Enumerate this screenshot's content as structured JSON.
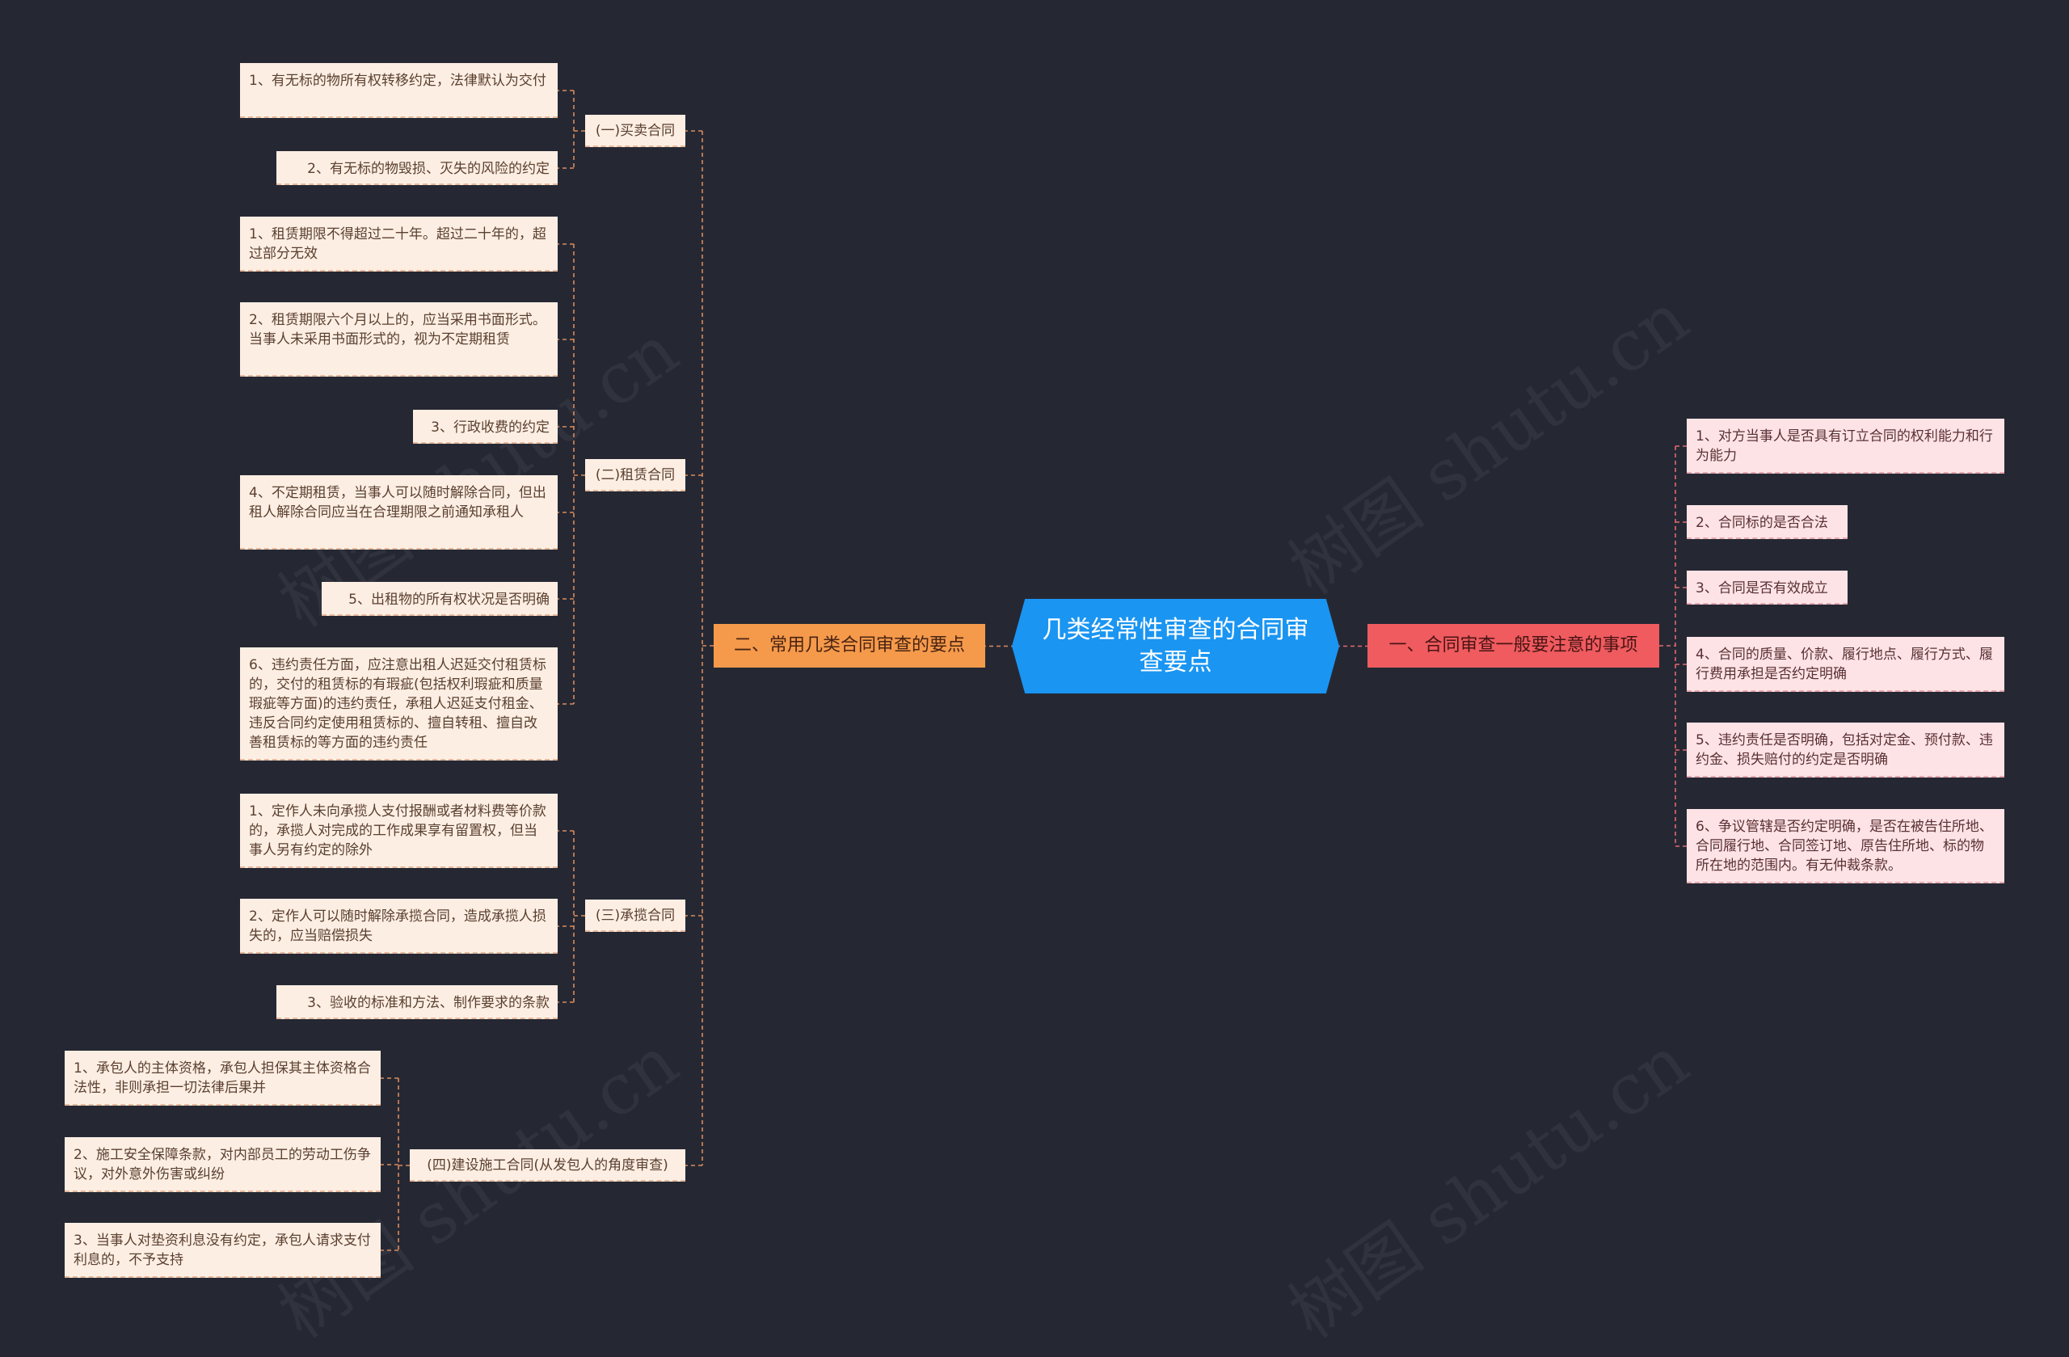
{
  "root": {
    "title": "几类经常性审查的合同审查要点"
  },
  "left_branch": {
    "label": "二、常用几类合同审查的要点",
    "groups": [
      {
        "label": "(一)买卖合同",
        "items": [
          "1、有无标的物所有权转移约定，法律默认为交付",
          "2、有无标的物毁损、灭失的风险的约定"
        ]
      },
      {
        "label": "(二)租赁合同",
        "items": [
          "1、租赁期限不得超过二十年。超过二十年的，超过部分无效",
          "2、租赁期限六个月以上的，应当采用书面形式。当事人未采用书面形式的，视为不定期租赁",
          "3、行政收费的约定",
          "4、不定期租赁，当事人可以随时解除合同，但出租人解除合同应当在合理期限之前通知承租人",
          "5、出租物的所有权状况是否明确",
          "6、违约责任方面，应注意出租人迟延交付租赁标的，交付的租赁标的有瑕疵(包括权利瑕疵和质量瑕疵等方面)的违约责任，承租人迟延支付租金、违反合同约定使用租赁标的、擅自转租、擅自改善租赁标的等方面的违约责任"
        ]
      },
      {
        "label": "(三)承揽合同",
        "items": [
          "1、定作人未向承揽人支付报酬或者材料费等价款的，承揽人对完成的工作成果享有留置权，但当事人另有约定的除外",
          "2、定作人可以随时解除承揽合同，造成承揽人损失的，应当赔偿损失",
          "3、验收的标准和方法、制作要求的条款"
        ]
      },
      {
        "label": "(四)建设施工合同(从发包人的角度审查)",
        "items": [
          "1、承包人的主体资格，承包人担保其主体资格合法性，非则承担一切法律后果并",
          "2、施工安全保障条款，对内部员工的劳动工伤争议，对外意外伤害或纠纷",
          "3、当事人对垫资利息没有约定，承包人请求支付利息的，不予支持"
        ]
      }
    ]
  },
  "right_branch": {
    "label": "一、合同审查一般要注意的事项",
    "items": [
      "1、对方当事人是否具有订立合同的权利能力和行为能力",
      "2、合同标的是否合法",
      "3、合同是否有效成立",
      "4、合同的质量、价款、履行地点、履行方式、履行费用承担是否约定明确",
      "5、违约责任是否明确，包括对定金、预付款、违约金、损失赔付的约定是否明确",
      "6、争议管辖是否约定明确，是否在被告住所地、合同履行地、合同签订地、原告住所地、标的物所在地的范围内。有无仲裁条款。"
    ]
  },
  "colors": {
    "background": "#252833",
    "root": "#1a95f2",
    "left_branch": "#f59a4b",
    "right_branch": "#ef5b5f",
    "leaf_left": "#fdeee3",
    "leaf_right": "#fde3e6",
    "connector_left": "#d98a5c",
    "connector_right": "#e06a6e"
  }
}
